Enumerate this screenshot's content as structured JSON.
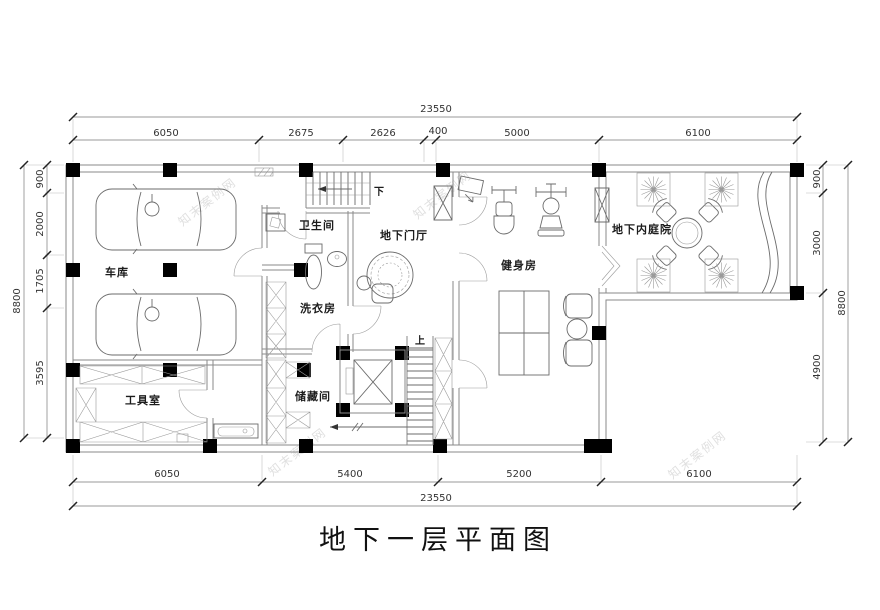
{
  "title": "地下一层平面图",
  "watermark": "知末案例网",
  "rooms": {
    "garage": "车库",
    "bathroom": "卫生间",
    "foyer": "地下门厅",
    "laundry": "洗衣房",
    "toolroom": "工具室",
    "storage": "储藏间",
    "gym": "健身房",
    "courtyard": "地下内庭院"
  },
  "stairs": {
    "down": "下",
    "up": "上"
  },
  "dims": {
    "top": {
      "total": "23550",
      "segments": [
        "6050",
        "2675",
        "2626",
        "400",
        "5000",
        "6100"
      ]
    },
    "bottom": {
      "total": "23550",
      "segments": [
        "6050",
        "5400",
        "5200",
        "6100"
      ]
    },
    "left": {
      "total": "8800",
      "segments": [
        "900",
        "2000",
        "1705",
        "3595"
      ]
    },
    "right": {
      "total": "8800",
      "segments": [
        "900",
        "3000",
        "4900"
      ]
    }
  },
  "colors": {
    "background": "#ffffff",
    "wall": "#8a8a8a",
    "fixture_line": "#6b6b6b",
    "column": "#000000",
    "dim_text": "#333333",
    "label_text": "#1c1c1c",
    "watermark": "#e0e0e0"
  }
}
